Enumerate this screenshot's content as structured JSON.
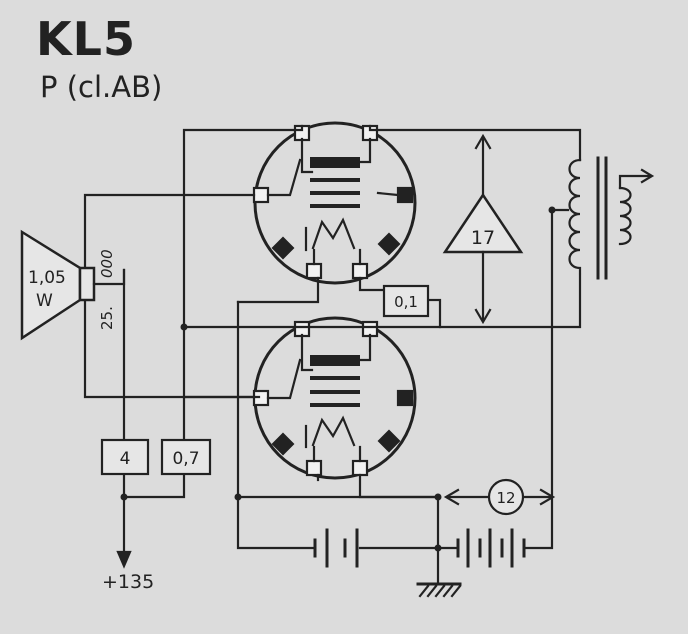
{
  "header": {
    "title": "KL5",
    "subtitle": "P (cl.AB)"
  },
  "speaker": {
    "power_value": "1,05",
    "power_unit": "W",
    "ratio_label": "25.",
    "winding_label": "000"
  },
  "components": {
    "resistor_4": "4",
    "resistor_0_7": "0,7",
    "resistor_0_1": "0,1",
    "amplifier_gain": "17",
    "meter_value": "12"
  },
  "supply": {
    "voltage_label": "+135"
  }
}
